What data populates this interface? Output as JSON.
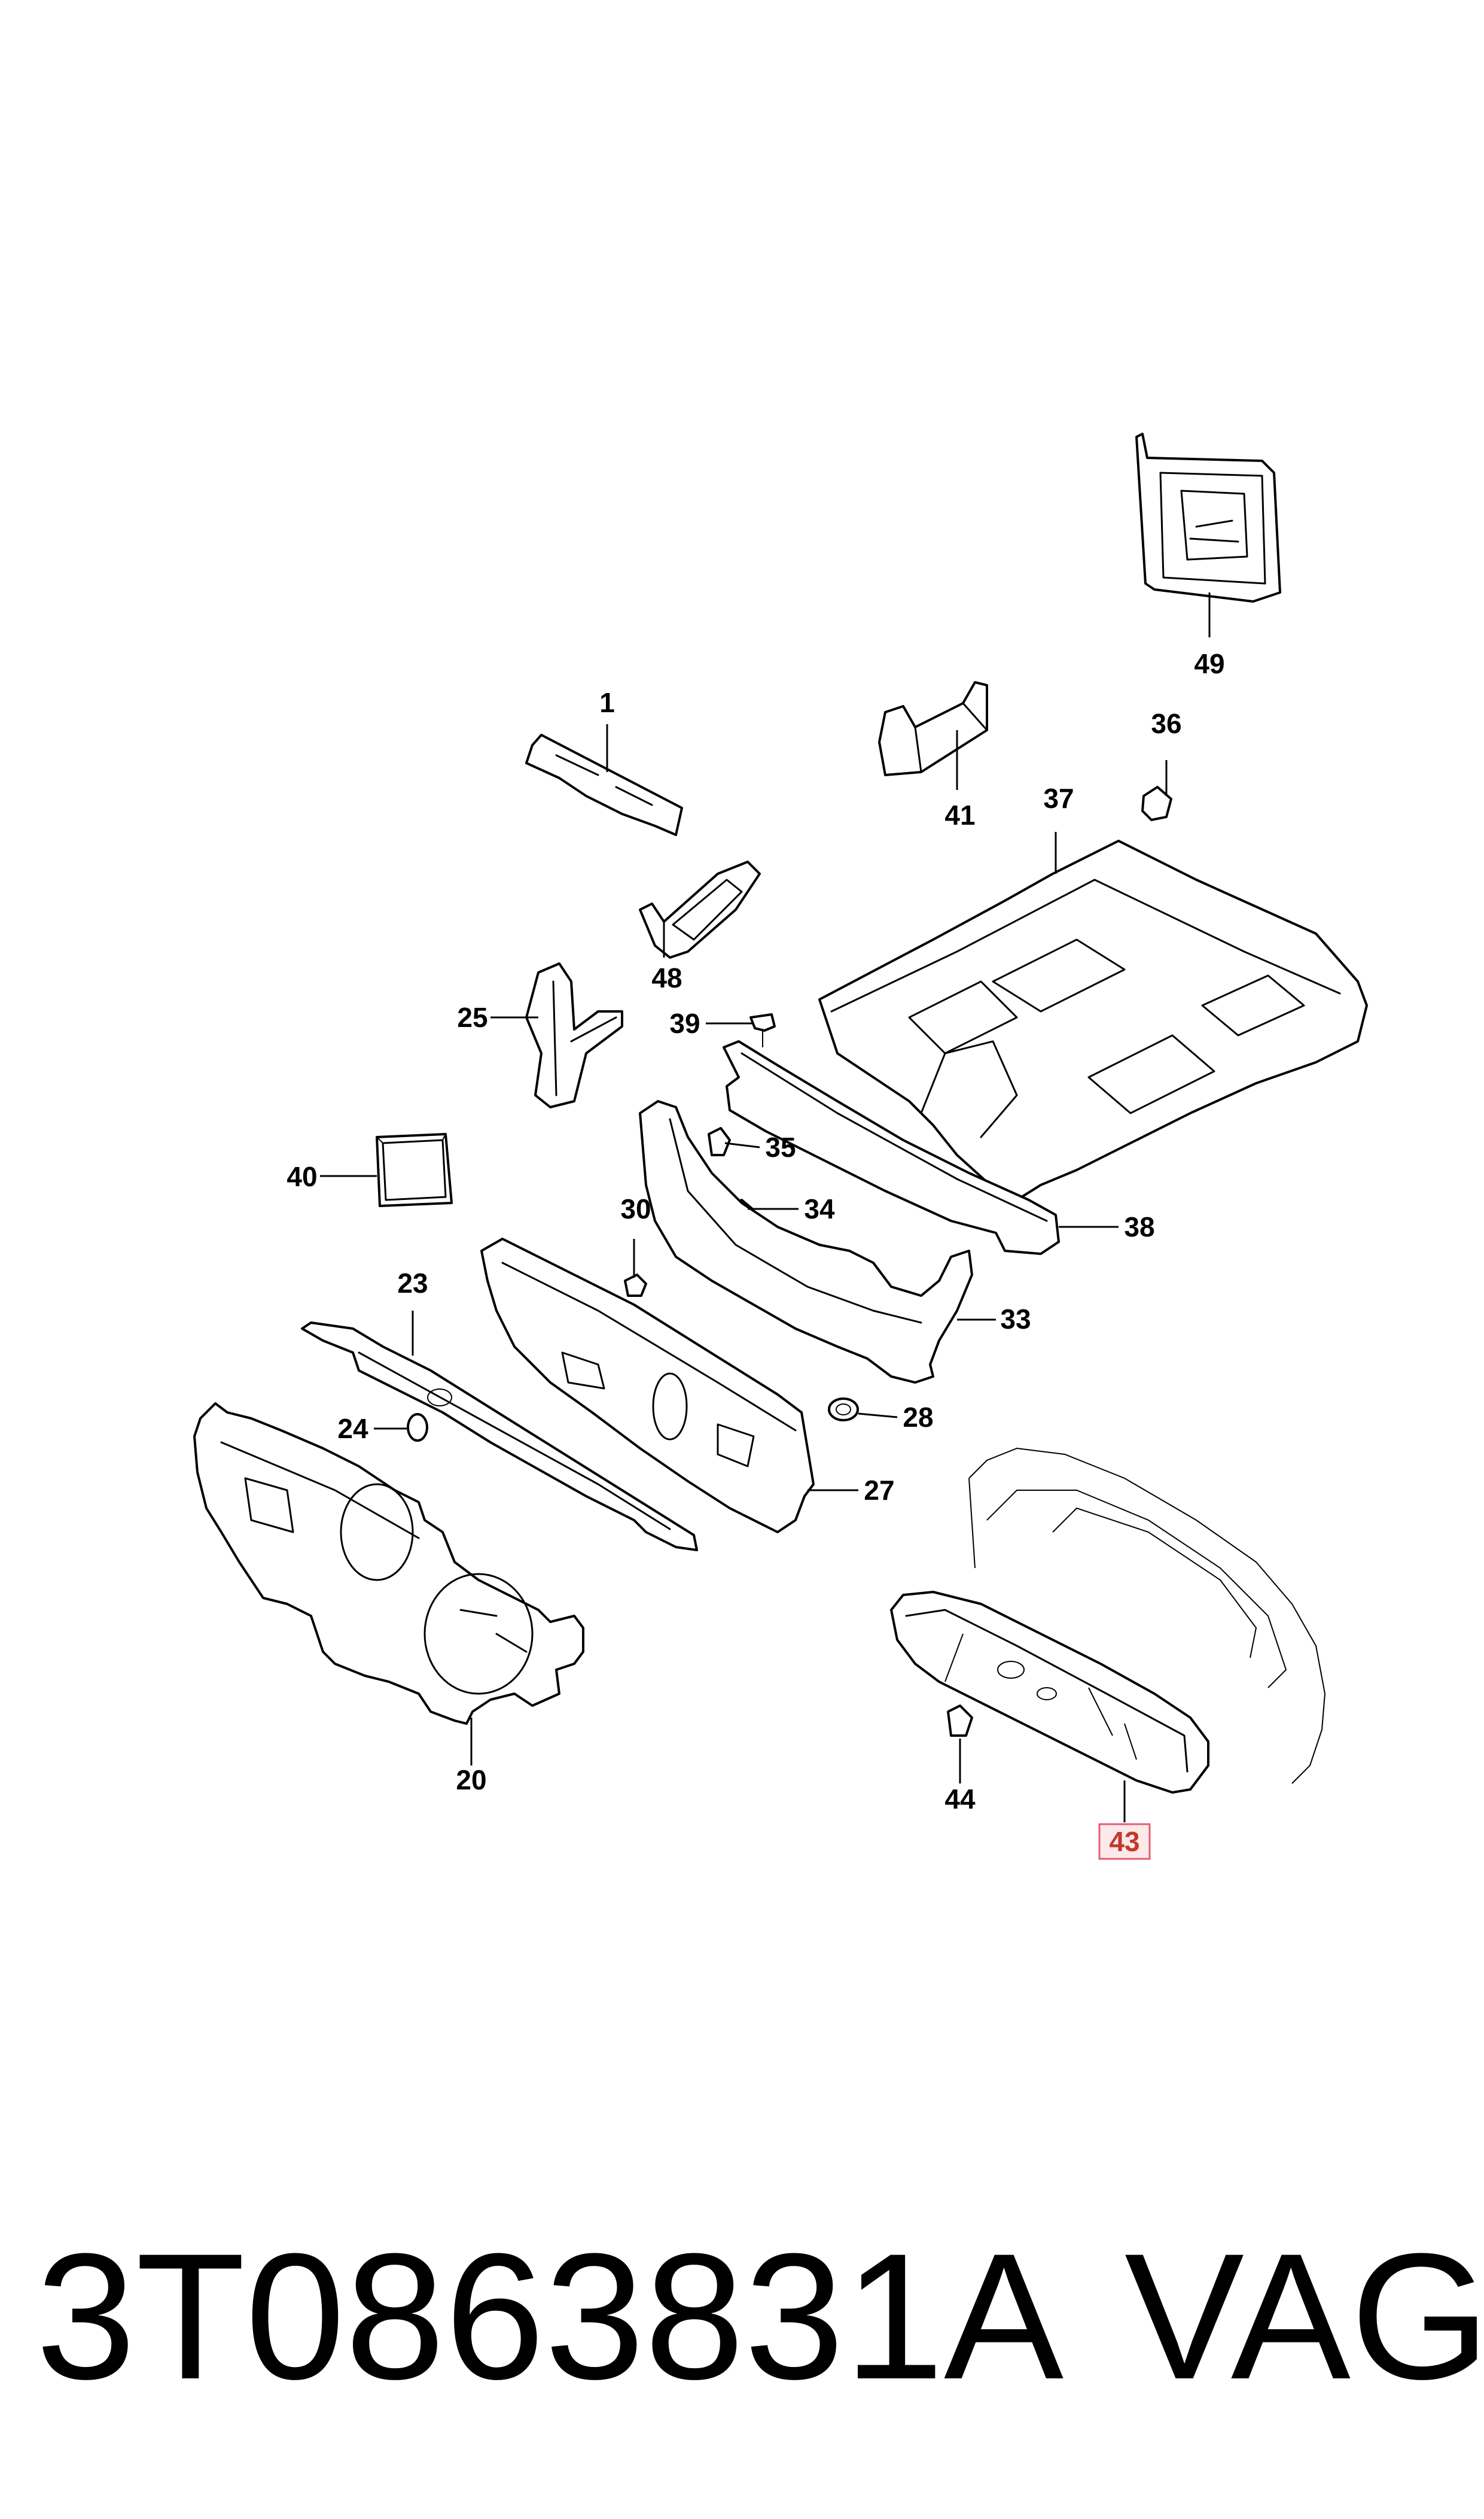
{
  "callouts": [
    "1",
    "41",
    "49",
    "36",
    "37",
    "48",
    "25",
    "39",
    "40",
    "35",
    "30",
    "34",
    "38",
    "33",
    "23",
    "24",
    "28",
    "27",
    "20",
    "44",
    "43"
  ],
  "highlighted_callout": "43",
  "caption": {
    "part_number": "3T0863831A",
    "brand": "VAG"
  },
  "colors": {
    "line": "#000000",
    "highlight_fill": "#fde8ea",
    "highlight_stroke": "#e06070",
    "highlight_text": "#c0392b"
  }
}
